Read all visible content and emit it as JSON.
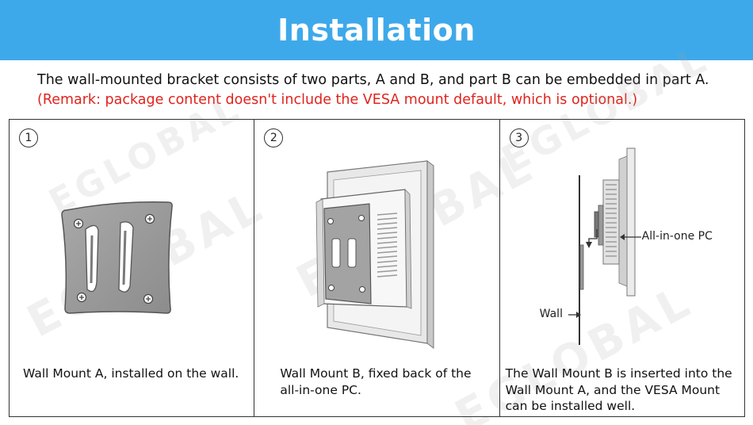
{
  "header": {
    "title": "Installation"
  },
  "intro": {
    "description": "The wall-mounted bracket consists of two parts, A and B, and part B can be embedded in part A.",
    "remark": "(Remark: package content doesn't include the VESA mount default, which is optional.)"
  },
  "watermark": "EGLOBAL",
  "steps": [
    {
      "number": "1",
      "caption": "Wall Mount A, installed on the wall."
    },
    {
      "number": "2",
      "caption": "Wall Mount B, fixed back of the all-in-one PC."
    },
    {
      "number": "3",
      "caption": "The Wall Mount B is inserted into the Wall Mount A, and the VESA Mount can be installed well.",
      "labels": {
        "pc": "All-in-one PC",
        "wall": "Wall"
      }
    }
  ],
  "colors": {
    "banner": "#3ea9ea",
    "remark": "#e0231d",
    "border": "#333333"
  }
}
